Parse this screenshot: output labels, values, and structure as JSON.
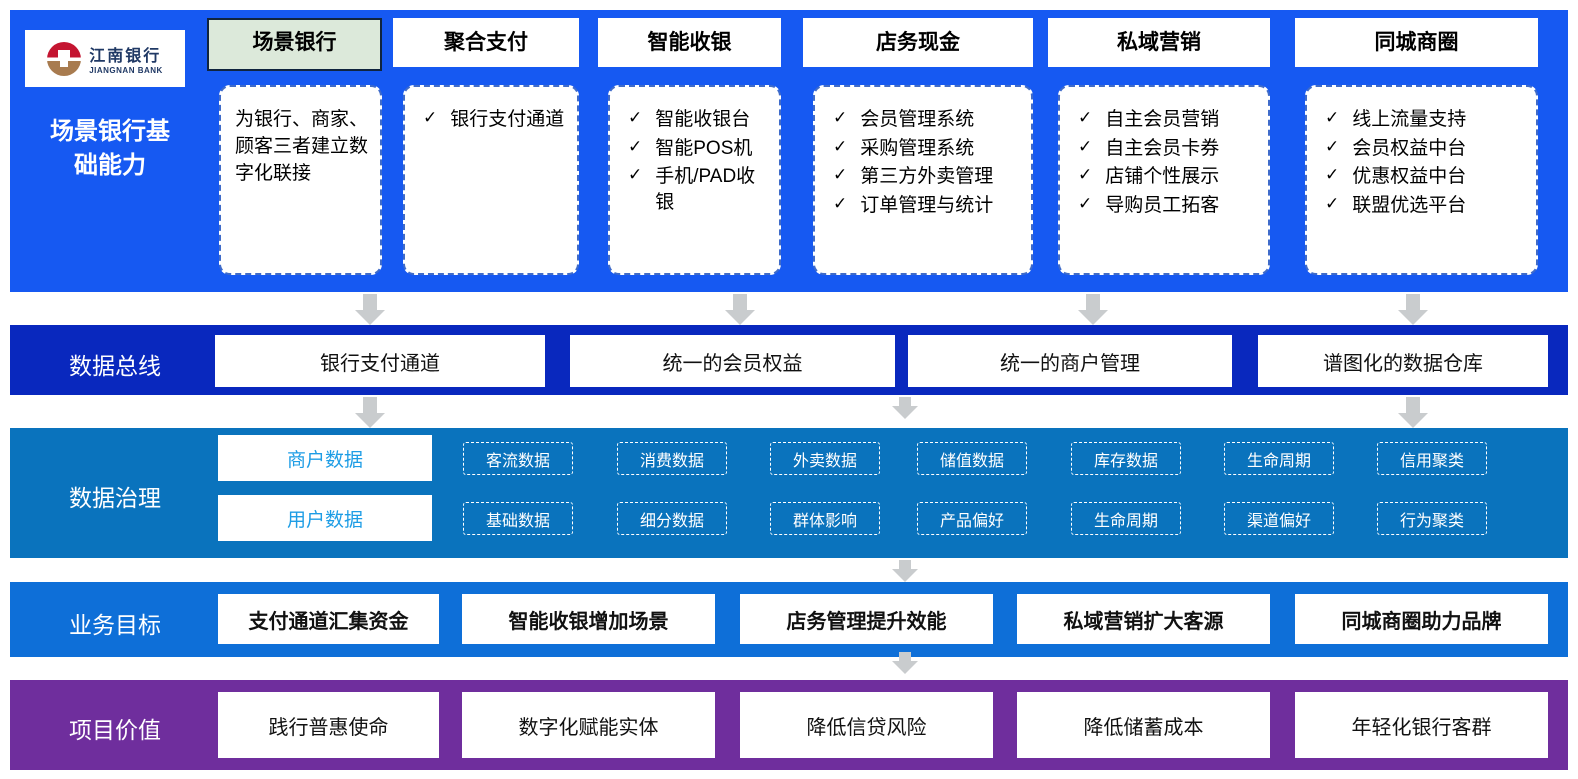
{
  "brand": {
    "name_cn": "江南银行",
    "name_en": "JIANGNAN BANK"
  },
  "icons": {
    "check": "✓",
    "down_arrow": "down-arrow"
  },
  "colors": {
    "top_section_blue": "#1659F2",
    "data_bus_blue": "#0928BE",
    "data_governance_blue": "#0A73BD",
    "business_goal_blue": "#0E6FD8",
    "project_value_purple": "#6F2E9D",
    "highlight_green": "#DCE9DA",
    "category_text_cyan": "#1E9DE5",
    "arrow_gray": "#C9CCCE",
    "logo_red": "#C41531",
    "logo_gold": "#A87B4F",
    "logo_navy": "#1F3864"
  },
  "capability_section": {
    "label": "场景银行基础能力",
    "columns": [
      {
        "header": "场景银行",
        "highlighted": true,
        "description": "为银行、商家、顾客三者建立数字化联接",
        "items": []
      },
      {
        "header": "聚合支付",
        "highlighted": false,
        "items": [
          "银行支付通道"
        ]
      },
      {
        "header": "智能收银",
        "highlighted": false,
        "items": [
          "智能收银台",
          "智能POS机",
          "手机/PAD收银"
        ]
      },
      {
        "header": "店务现金",
        "highlighted": false,
        "items": [
          "会员管理系统",
          "采购管理系统",
          "第三方外卖管理",
          "订单管理与统计"
        ]
      },
      {
        "header": "私域营销",
        "highlighted": false,
        "items": [
          "自主会员营销",
          "自主会员卡券",
          "店铺个性展示",
          "导购员工拓客"
        ]
      },
      {
        "header": "同城商圈",
        "highlighted": false,
        "items": [
          "线上流量支持",
          "会员权益中台",
          "优惠权益中台",
          "联盟优选平台"
        ]
      }
    ]
  },
  "data_bus": {
    "label": "数据总线",
    "boxes": [
      "银行支付通道",
      "统一的会员权益",
      "统一的商户管理",
      "谱图化的数据仓库"
    ]
  },
  "data_governance": {
    "label": "数据治理",
    "rows": [
      {
        "category": "商户数据",
        "tags": [
          "客流数据",
          "消费数据",
          "外卖数据",
          "储值数据",
          "库存数据",
          "生命周期",
          "信用聚类"
        ]
      },
      {
        "category": "用户数据",
        "tags": [
          "基础数据",
          "细分数据",
          "群体影响",
          "产品偏好",
          "生命周期",
          "渠道偏好",
          "行为聚类"
        ]
      }
    ]
  },
  "business_goals": {
    "label": "业务目标",
    "boxes": [
      "支付通道汇集资金",
      "智能收银增加场景",
      "店务管理提升效能",
      "私域营销扩大客源",
      "同城商圈助力品牌"
    ]
  },
  "project_value": {
    "label": "项目价值",
    "boxes": [
      "践行普惠使命",
      "数字化赋能实体",
      "降低信贷风险",
      "降低储蓄成本",
      "年轻化银行客群"
    ]
  }
}
